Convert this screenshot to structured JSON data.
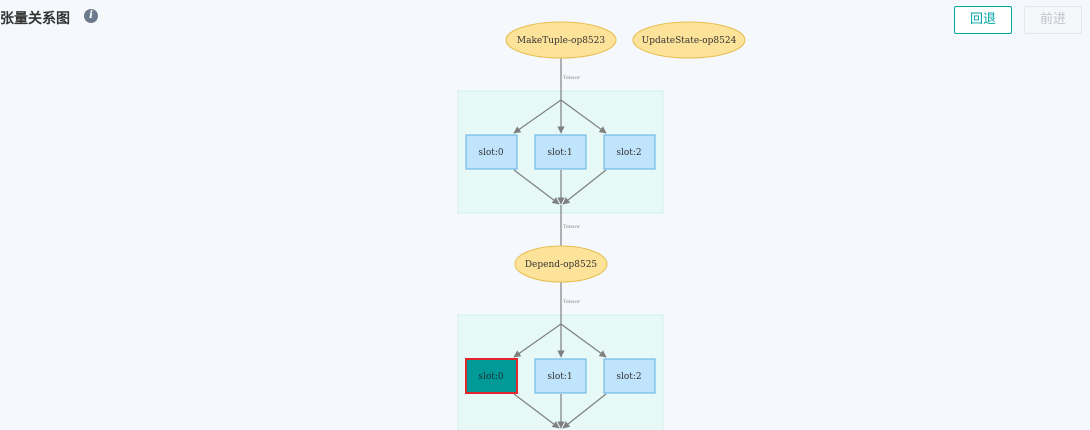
{
  "header": {
    "title": "张量关系图",
    "info_icon": "info-icon",
    "back_label": "回退",
    "forward_label": "前进"
  },
  "graph": {
    "nodes": {
      "make_tuple": "MakeTuple-op8523",
      "update_state": "UpdateState-op8524",
      "depend": "Depend-op8525"
    },
    "edge_labels": [
      "Tensor",
      "Tensor",
      "Tensor"
    ],
    "group1_slots": [
      "slot:0",
      "slot:1",
      "slot:2"
    ],
    "group2_slots": [
      "slot:0",
      "slot:1",
      "slot:2"
    ],
    "selected_slot": "group2-slot-0"
  },
  "colors": {
    "accent": "#00a5a7",
    "op_node_fill": "#fde39a",
    "op_node_stroke": "#e6bd4f",
    "slot_fill": "#bfe4fb",
    "slot_stroke": "#5fb0e6",
    "cluster_fill": "#e6f9f7",
    "selected_fill": "#009b98",
    "selected_stroke": "#e0282e"
  }
}
